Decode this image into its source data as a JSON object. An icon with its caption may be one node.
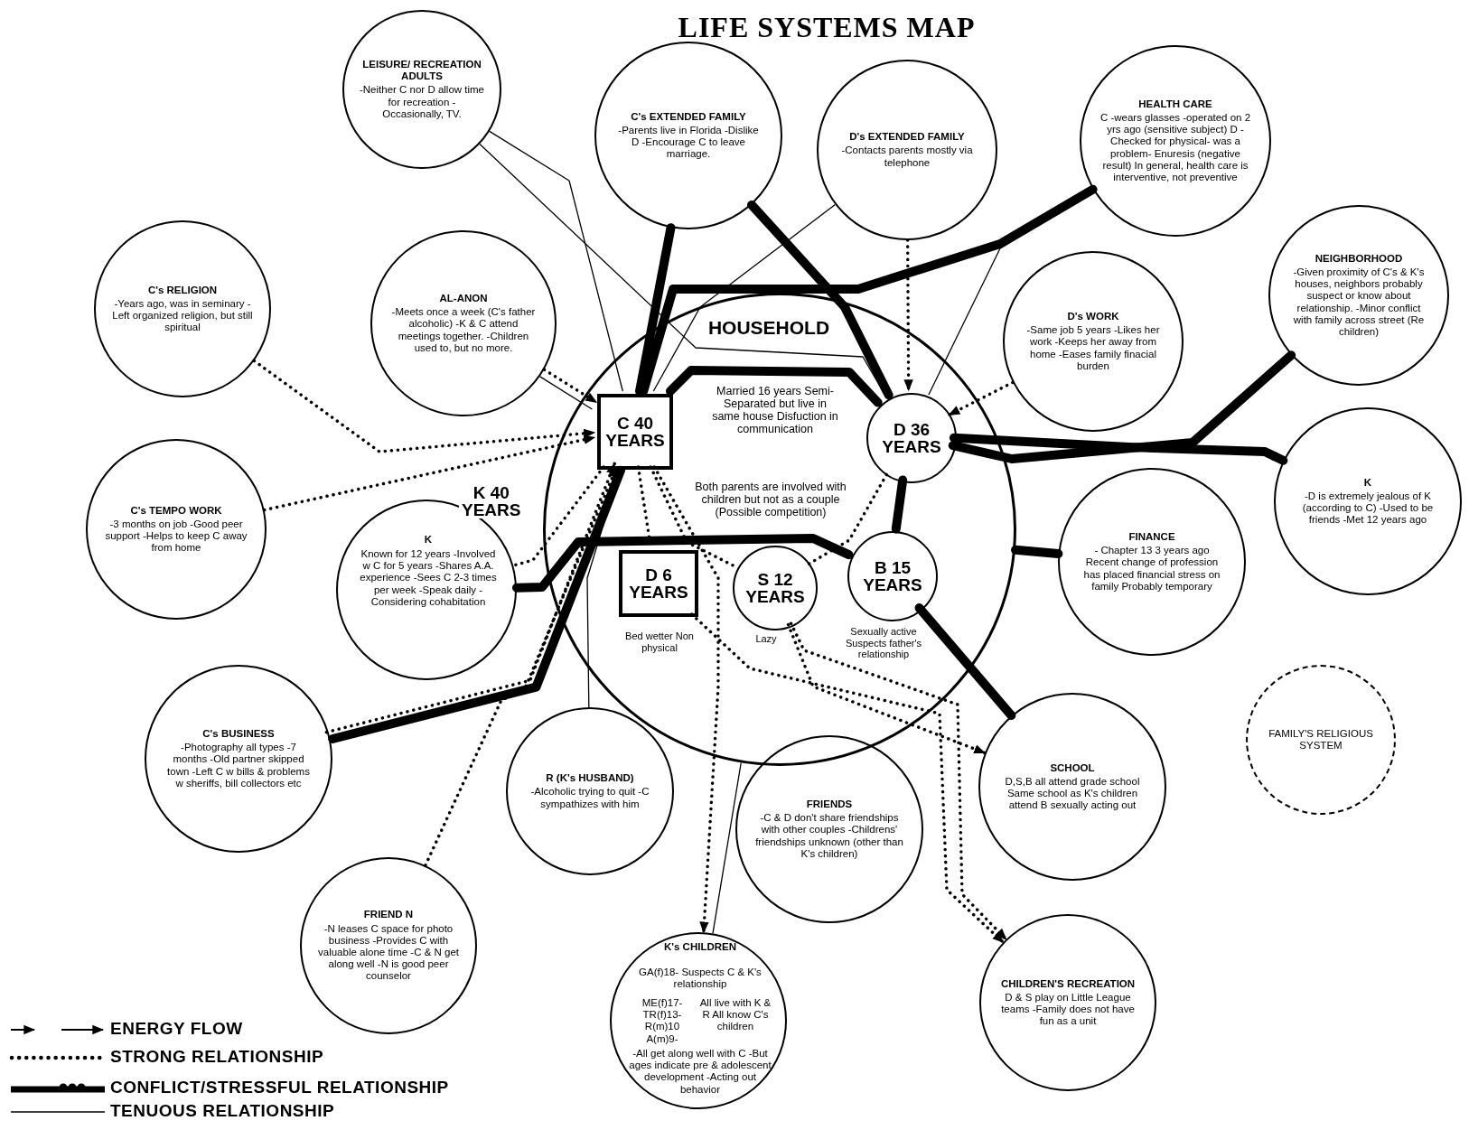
{
  "diagram": {
    "title": "LIFE SYSTEMS MAP",
    "nodes": [
      {
        "text": [
          "LEISURE/ RECREATION ADULTS",
          "-Neither C nor D allow time for recreation -Occasionally, TV."
        ]
      },
      {
        "text": [
          "C's EXTENDED FAMILY",
          "-Parents live in Florida -Dislike D -Encourage C to leave marriage."
        ]
      },
      {
        "text": [
          "D's EXTENDED FAMILY",
          "-Contacts parents mostly via telephone"
        ]
      },
      {
        "text": [
          "HEALTH CARE",
          "C -wears glasses -operated on 2 yrs ago (sensitive subject) D -Checked for physical- was a problem- Enuresis (negative result) In general, health care is interventive, not preventive"
        ]
      },
      {
        "text": [
          "C's RELIGION",
          "-Years ago, was in seminary -Left organized religion, but still spiritual"
        ]
      },
      {
        "text": [
          "AL-ANON",
          "-Meets once a week (C's father alcoholic) -K & C attend meetings together. -Children used to, but no more."
        ]
      },
      {
        "text": [
          "HOUSEHOLD",
          "Married 16 years Semi-Separated but live in same house Disfuction in communication",
          "Both parents are involved with children but not as a couple (Possible competition)"
        ]
      },
      {
        "text": [
          "C 40 YEARS"
        ],
        "in": 6
      },
      {
        "text": [
          "D 36 YEARS"
        ],
        "in": 6
      },
      {
        "text": [
          "D 6 YEARS"
        ],
        "in": 6,
        "beside": [
          "Bed wetter Non physical"
        ]
      },
      {
        "text": [
          "S 12 YEARS"
        ],
        "in": 6,
        "beside": [
          "Lazy"
        ]
      },
      {
        "text": [
          "B 15 YEARS"
        ],
        "in": 6,
        "beside": [
          "Sexually active Suspects father's relationship"
        ]
      },
      {
        "text": [
          "D's WORK",
          "-Same job 5 years -Likes her work -Keeps her away from home -Eases family finacial burden"
        ]
      },
      {
        "text": [
          "NEIGHBORHOOD",
          "-Given proximity of C's & K's houses, neighbors probably suspect or know about relationship. -Minor conflict with family across street (Re children)"
        ]
      },
      {
        "text": [
          "C's TEMPO WORK",
          "-3 months on job -Good peer support -Helps to keep C away from home"
        ]
      },
      {
        "text": [
          "K 40 YEARS",
          "K",
          "Known for 12 years -Involved w C for 5 years -Shares A.A. experience -Sees C 2-3 times per week -Speak daily -Considering cohabitation"
        ]
      },
      {
        "text": [
          "K",
          "-D is extremely jealous of K (according to C) -Used to be friends -Met 12 years ago"
        ]
      },
      {
        "text": [
          "FINANCE",
          "- Chapter 13 3 years ago Recent change of profession has placed financial stress on family Probably temporary"
        ]
      },
      {
        "text": [
          "C's BUSINESS",
          "-Photography all types -7 months -Old partner skipped town -Left C w bills & problems w sheriffs, bill collectors etc"
        ]
      },
      {
        "text": [
          "R (K's HUSBAND)",
          "-Alcoholic trying to quit -C sympathizes with him"
        ]
      },
      {
        "text": [
          "FRIENDS",
          "-C & D don't share friendships with other couples -Childrens' friendships unknown (other than K's children)"
        ]
      },
      {
        "text": [
          "SCHOOL",
          "D,S,B all attend grade school Same school as K's children attend B sexually acting out"
        ]
      },
      {
        "text": [
          "FAMILY'S RELIGIOUS SYSTEM"
        ]
      },
      {
        "text": [
          "FRIEND N",
          "-N leases C space for photo business -Provides C with valuable alone time -C & N get along well -N is good peer counselor"
        ]
      },
      {
        "text": [
          "K's CHILDREN",
          "GA(f)18- Suspects C & K's relationship",
          "ME(f)17- TR(f)13- R(m)10 A(m)9-",
          "All live with K & R All know C's children",
          "-All get along well with C -But ages indicate pre & adolescent development -Acting out behavior"
        ]
      },
      {
        "text": [
          "CHILDREN'S RECREATION",
          "D & S play on Little League teams -Family does not have fun as a unit"
        ]
      }
    ],
    "edges": [
      {
        "from": 0,
        "to": 7,
        "arrow": "none"
      },
      {
        "from": 0,
        "to": 8,
        "arrow": "none"
      },
      {
        "from": 1,
        "to": 7,
        "arrow": "none",
        "style": "thick"
      },
      {
        "from": 1,
        "to": 8,
        "arrow": "none",
        "style": "thick"
      },
      {
        "from": 2,
        "to": 7,
        "arrow": "none"
      },
      {
        "from": 2,
        "to": 8,
        "arrow": "to",
        "style": "dashed"
      },
      {
        "from": 3,
        "to": 7,
        "arrow": "none",
        "style": "thick"
      },
      {
        "from": 3,
        "to": 8,
        "arrow": "none"
      },
      {
        "from": 4,
        "to": 7,
        "arrow": "to",
        "style": "dashed"
      },
      {
        "from": 5,
        "to": 7,
        "arrow": "to",
        "style": "dashed"
      },
      {
        "from": 5,
        "to": 7,
        "arrow": "none"
      },
      {
        "from": 14,
        "to": 7,
        "arrow": "to",
        "style": "dashed"
      },
      {
        "from": 12,
        "to": 8,
        "arrow": "to",
        "style": "dashed"
      },
      {
        "from": 13,
        "to": 8,
        "arrow": "none",
        "style": "thick"
      },
      {
        "from": 8,
        "to": 16,
        "arrow": "to",
        "style": "thick"
      },
      {
        "from": 17,
        "to": 6,
        "arrow": "none",
        "style": "thick"
      },
      {
        "from": 7,
        "to": 8,
        "arrow": "none",
        "style": "thick"
      },
      {
        "from": 8,
        "to": 10,
        "arrow": "none",
        "style": "dashed"
      },
      {
        "from": 8,
        "to": 11,
        "arrow": "none",
        "style": "thick"
      },
      {
        "from": 7,
        "to": 15,
        "arrow": "none",
        "style": "dashed"
      },
      {
        "from": 7,
        "to": 9,
        "arrow": "none",
        "style": "dashed"
      },
      {
        "from": 7,
        "to": 10,
        "arrow": "none",
        "style": "dashed"
      },
      {
        "from": 15,
        "to": 11,
        "arrow": "none",
        "style": "thick"
      },
      {
        "from": 18,
        "to": 7,
        "arrow": "to",
        "style": "dashed"
      },
      {
        "from": 18,
        "to": 7,
        "arrow": "none",
        "style": "thick"
      },
      {
        "from": 23,
        "to": 7,
        "arrow": "to",
        "style": "dashed"
      },
      {
        "from": 7,
        "to": 24,
        "arrow": "to",
        "style": "dashed"
      },
      {
        "from": 19,
        "to": 7,
        "arrow": "none"
      },
      {
        "from": 9,
        "to": 25,
        "arrow": "to",
        "style": "dashed"
      },
      {
        "from": 10,
        "to": 25,
        "arrow": "to",
        "style": "dashed"
      },
      {
        "from": 10,
        "to": 21,
        "arrow": "to",
        "style": "dashed"
      },
      {
        "from": 11,
        "to": 21,
        "arrow": "none",
        "style": "thick"
      },
      {
        "from": 24,
        "to": 6,
        "arrow": "none"
      }
    ],
    "legend": [
      {
        "text": "ENERGY FLOW"
      },
      {
        "text": "STRONG RELATIONSHIP"
      },
      {
        "text": "CONFLICT/STRESSFUL RELATIONSHIP"
      },
      {
        "text": "TENUOUS RELATIONSHIP"
      }
    ]
  }
}
